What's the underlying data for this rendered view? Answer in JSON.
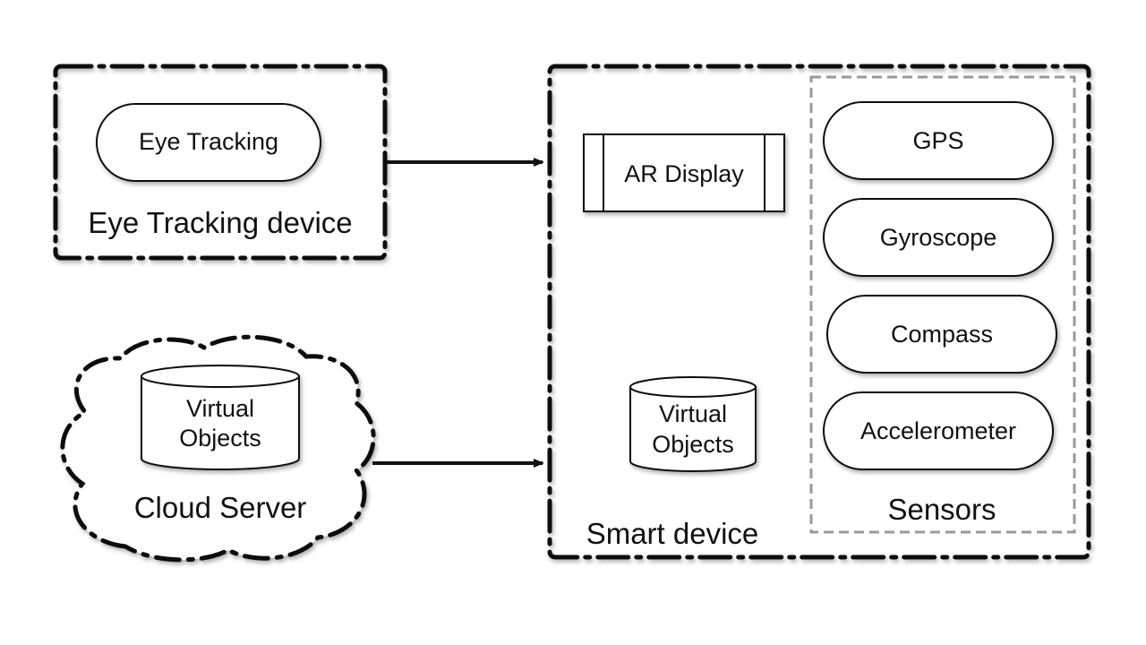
{
  "diagram": {
    "eye_tracking_device": {
      "title": "Eye Tracking device",
      "node": "Eye Tracking"
    },
    "cloud_server": {
      "title": "Cloud Server",
      "db_line1": "Virtual",
      "db_line2": "Objects"
    },
    "smart_device": {
      "title": "Smart device",
      "ar_display": "AR Display",
      "db_line1": "Virtual",
      "db_line2": "Objects",
      "sensors": {
        "title": "Sensors",
        "items": [
          "GPS",
          "Gyroscope",
          "Compass",
          "Accelerometer"
        ]
      }
    },
    "colors": {
      "stroke": "#111111",
      "sensor_border": "#9a9a9a",
      "background": "#ffffff"
    }
  }
}
